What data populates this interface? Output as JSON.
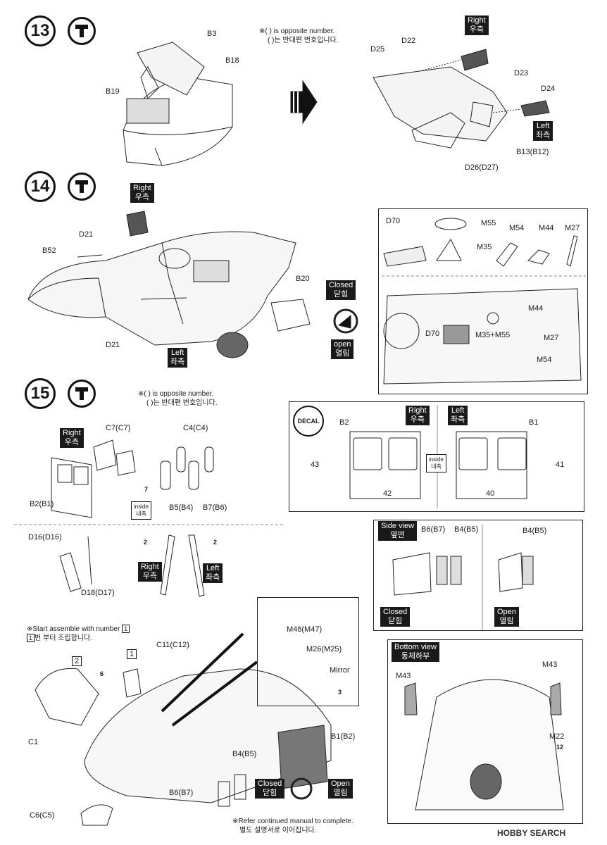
{
  "steps": {
    "s13": {
      "num": "13"
    },
    "s14": {
      "num": "14"
    },
    "s15": {
      "num": "15"
    }
  },
  "notes": {
    "opposite_en_13": "※( ) is opposite number.",
    "opposite_ko_13": "( )는 반대편 번호입니다.",
    "opposite_en_15": "※( ) is opposite number.",
    "opposite_ko_15": "( )는 반대편 번호입니다.",
    "start_en": "※Start assemble with number",
    "start_num": "1",
    "start_ko": "번 부터 조립합니다.",
    "start_ko_num": "1",
    "refer_en": "※Refer continued manual to complete.",
    "refer_ko": "별도 설명서로 이어집니다."
  },
  "tags": {
    "right": "Right",
    "right_ko": "우측",
    "left": "Left",
    "left_ko": "좌측",
    "closed": "Closed",
    "closed_ko": "닫힘",
    "open_lc": "open",
    "open": "Open",
    "open_ko": "열림",
    "inside": "inside",
    "inside_ko": "내측",
    "side_view": "Side view",
    "side_view_ko": "옆면",
    "bottom_view": "Bottom view",
    "bottom_view_ko": "동체하부",
    "decal": "DECAL"
  },
  "parts13": {
    "b3": "B3",
    "b18": "B18",
    "b19": "B19",
    "d22": "D22",
    "d25": "D25",
    "d23": "D23",
    "d24": "D24",
    "b13": "B13(B12)",
    "d26": "D26(D27)"
  },
  "parts14": {
    "d21a": "D21",
    "b52": "B52",
    "d21b": "D21",
    "b20": "B20",
    "d70": "D70",
    "m55": "M55",
    "m35": "M35",
    "m54": "M54",
    "m44": "M44",
    "m27": "M27",
    "m44b": "M44",
    "d70b": "D70",
    "m35m55": "M35+M55",
    "m27b": "M27",
    "m54b": "M54"
  },
  "parts15": {
    "c7": "C7(C7)",
    "c4": "C4(C4)",
    "b2b1": "B2(B1)",
    "b5b4": "B5(B4)",
    "b7b6": "B7(B6)",
    "d16": "D16(D16)",
    "d18": "D18(D17)",
    "c11": "C11(C12)",
    "c1": "C1",
    "c6": "C6(C5)",
    "b1b2": "B1(B2)",
    "b4b5": "B4(B5)",
    "b6b7": "B6(B7)",
    "m48": "M48(M47)",
    "m26": "M26(M25)",
    "mirror": "Mirror",
    "num2": "2",
    "num1": "1",
    "num6": "6",
    "num7": "7",
    "num2a": "2",
    "num2b": "2",
    "num3": "3",
    "num12": "12"
  },
  "decal": {
    "b2": "B2",
    "b1": "B1",
    "d43": "43",
    "d42": "42",
    "d41": "41",
    "d40": "40"
  },
  "sideview": {
    "b6b7": "B6(B7)",
    "b4b5": "B4(B5)",
    "b4b5b": "B4(B5)"
  },
  "bottomview": {
    "m43a": "M43",
    "m43b": "M43",
    "m22": "M22"
  },
  "watermark": {
    "brand": "HOBBY SEARCH"
  },
  "colors": {
    "ink": "#1a1a1a",
    "gray": "#555555",
    "paper": "#ffffff"
  }
}
